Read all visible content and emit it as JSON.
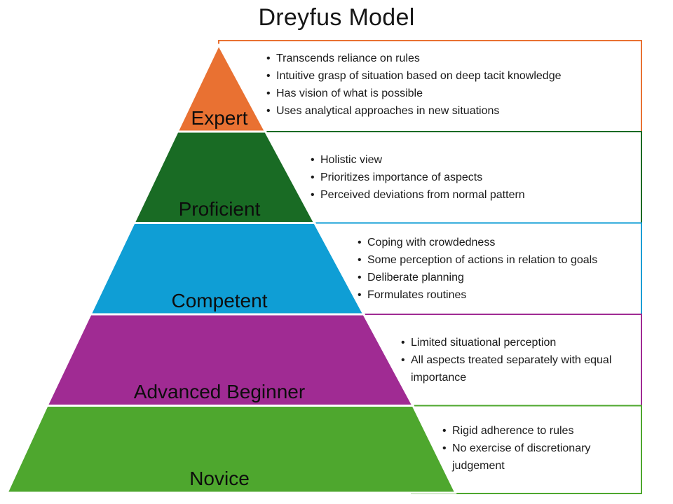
{
  "title": "Dreyfus Model",
  "bullet_char": "•",
  "colors": {
    "background": "#ffffff",
    "text": "#141414",
    "separator": "#ffffff"
  },
  "levels": [
    {
      "name": "Expert",
      "color": "#E97132",
      "bullets": [
        "Transcends reliance on rules",
        "Intuitive grasp of situation based on deep tacit knowledge",
        "Has vision of what is possible",
        "Uses analytical approaches in new situations"
      ]
    },
    {
      "name": "Proficient",
      "color": "#196B24",
      "bullets": [
        "Holistic view",
        "Prioritizes importance of aspects",
        "Perceived deviations from normal pattern"
      ]
    },
    {
      "name": "Competent",
      "color": "#0F9ED5",
      "bullets": [
        "Coping with crowdedness",
        "Some perception of actions in relation to goals",
        "Deliberate planning",
        "Formulates routines"
      ]
    },
    {
      "name": "Advanced Beginner",
      "color": "#A02B93",
      "bullets": [
        "Limited situational perception",
        "All aspects treated separately with equal importance"
      ]
    },
    {
      "name": "Novice",
      "color": "#4EA72E",
      "bullets": [
        "Rigid adherence to rules",
        "No exercise of discretionary judgement"
      ]
    }
  ]
}
